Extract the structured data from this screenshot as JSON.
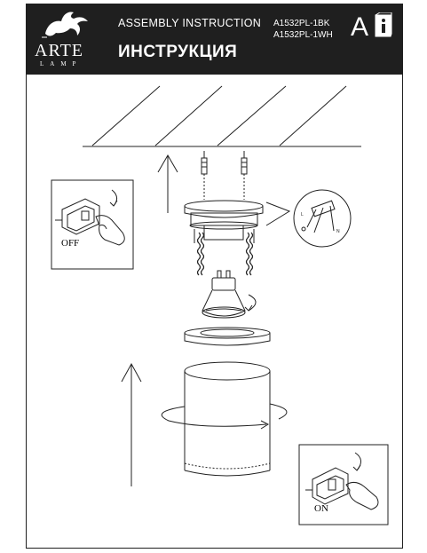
{
  "header": {
    "brand": "ARTE",
    "brand_sub": "LAMP",
    "title_en": "ASSEMBLY INSTRUCTION",
    "title_ru": "ИНСТРУКЦИЯ",
    "model_1": "A1532PL-1BK",
    "model_2": "A1532PL-1WH",
    "class_letter": "A"
  },
  "diagram": {
    "switch_off_label": "OFF",
    "switch_on_label": "ON",
    "wire_l_label": "L",
    "wire_n_label": "N"
  },
  "icons": [
    "griffin-logo-icon",
    "info-manual-icon",
    "light-switch-icon",
    "hand-icon",
    "rotate-arrow-icon",
    "up-arrow-icon",
    "terminal-block-icon",
    "gu10-bulb-icon"
  ]
}
